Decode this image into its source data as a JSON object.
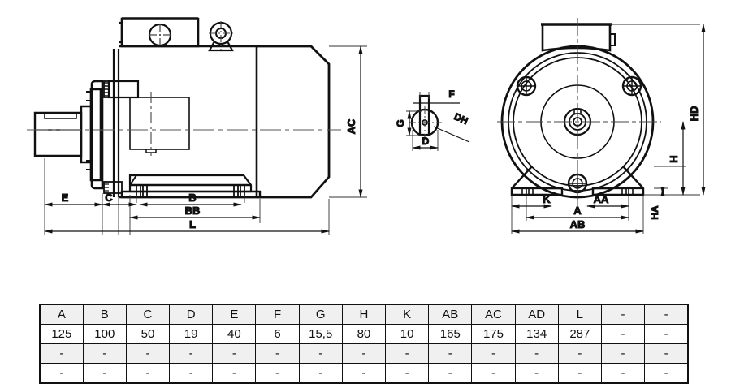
{
  "drawing": {
    "title": "Electric motor dimensional drawing",
    "views": {
      "side_view": {
        "name": "side-elevation-view",
        "dimension_labels": [
          "E",
          "C",
          "B",
          "BB",
          "L",
          "AC"
        ]
      },
      "shaft_detail": {
        "name": "shaft-key-detail-view",
        "dimension_labels": [
          "F",
          "G",
          "D",
          "DH"
        ]
      },
      "front_view": {
        "name": "front-elevation-view",
        "dimension_labels": [
          "K",
          "AA",
          "A",
          "AB",
          "HA",
          "H",
          "HD"
        ]
      }
    },
    "dimension_labels": {
      "E": "E",
      "C": "C",
      "B": "B",
      "BB": "BB",
      "L": "L",
      "AC": "AC",
      "F": "F",
      "G": "G",
      "D": "D",
      "DH": "DH",
      "K": "K",
      "AA": "AA",
      "A": "A",
      "AB": "AB",
      "HA": "HA",
      "H": "H",
      "HD": "HD"
    },
    "line_color": "#111111",
    "centerline_color": "#555555",
    "background": "#ffffff"
  },
  "dim_table": {
    "columns": [
      "A",
      "B",
      "C",
      "D",
      "E",
      "F",
      "G",
      "H",
      "K",
      "AB",
      "AC",
      "AD",
      "L",
      "-",
      "-"
    ],
    "rows": [
      [
        "125",
        "100",
        "50",
        "19",
        "40",
        "6",
        "15,5",
        "80",
        "10",
        "165",
        "175",
        "134",
        "287",
        "-",
        "-"
      ],
      [
        "-",
        "-",
        "-",
        "-",
        "-",
        "-",
        "-",
        "-",
        "-",
        "-",
        "-",
        "-",
        "-",
        "-",
        "-"
      ],
      [
        "-",
        "-",
        "-",
        "-",
        "-",
        "-",
        "-",
        "-",
        "-",
        "-",
        "-",
        "-",
        "-",
        "-",
        "-"
      ]
    ],
    "header_bg": "#f0f0f0",
    "border_color": "#111111"
  }
}
